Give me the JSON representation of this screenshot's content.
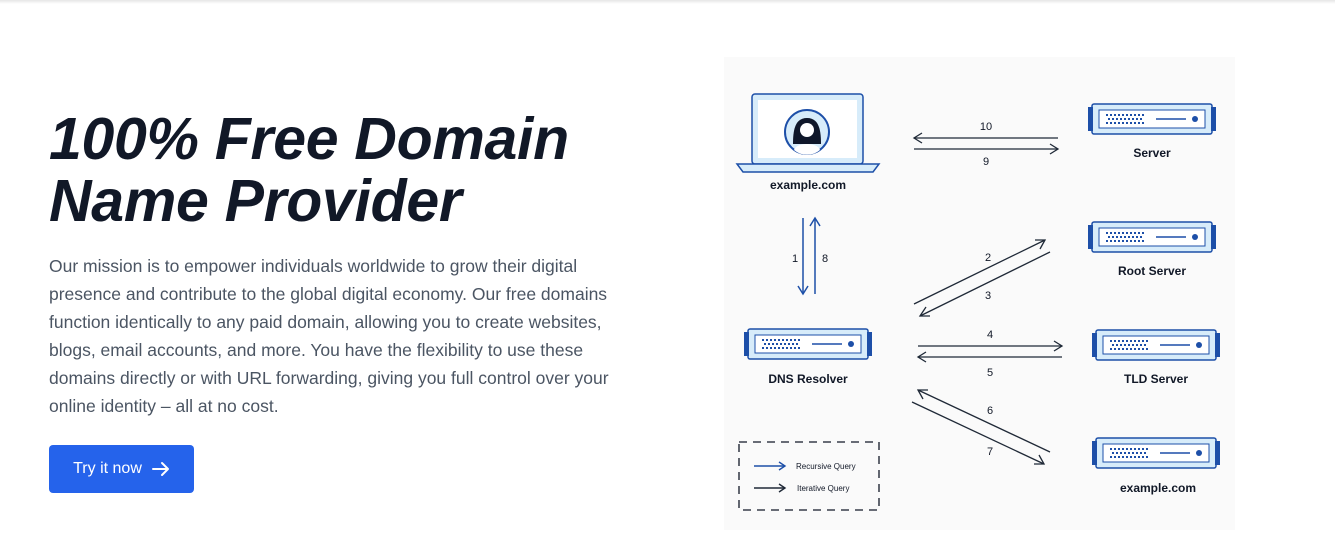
{
  "hero": {
    "title_line1": "100% Free Domain",
    "title_line2": "Name Provider",
    "description": "Our mission is to empower individuals worldwide to grow their digital presence and contribute to the global digital economy. Our free domains function identically to any paid domain, allowing you to create websites, blogs, email accounts, and more. You have the flexibility to use these domains directly or with URL forwarding, giving you full control over your online identity – all at no cost.",
    "cta_label": "Try it now"
  },
  "diagram": {
    "labels": {
      "client": "example.com",
      "server": "Server",
      "root": "Root Server",
      "resolver": "DNS Resolver",
      "tld": "TLD Server",
      "authoritative": "example.com"
    },
    "steps": {
      "s1": "1",
      "s2": "2",
      "s3": "3",
      "s4": "4",
      "s5": "5",
      "s6": "6",
      "s7": "7",
      "s8": "8",
      "s9": "9",
      "s10": "10"
    },
    "legend": {
      "recursive": "Recursive Query",
      "iterative": "Iterative Query"
    }
  },
  "colors": {
    "accent": "#2563eb",
    "title": "#111827",
    "body_text": "#4b5563",
    "diagram_blue": "#1d4fa8",
    "diagram_light": "#d7ecfa"
  }
}
